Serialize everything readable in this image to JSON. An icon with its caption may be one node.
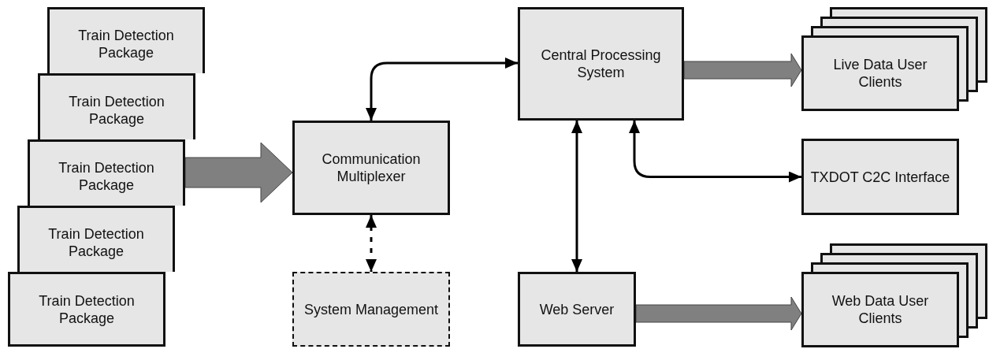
{
  "diagram": {
    "nodes": [
      {
        "text": [
          "Train Detection Package"
        ]
      },
      {
        "text": [
          "Train Detection Package"
        ]
      },
      {
        "text": [
          "Train Detection Package"
        ]
      },
      {
        "text": [
          "Train Detection Package"
        ]
      },
      {
        "text": [
          "Train Detection Package"
        ]
      },
      {
        "text": [
          "Communication Multiplexer"
        ]
      },
      {
        "text": [
          "System Management"
        ]
      },
      {
        "text": [
          "Central Processing System"
        ]
      },
      {
        "text": [
          "Live Data User Clients"
        ]
      },
      {
        "text": [
          "TXDOT C2C Interface"
        ]
      },
      {
        "text": [
          "Web Server"
        ]
      },
      {
        "text": [
          "Web Data User Clients"
        ]
      }
    ],
    "edges": [
      {
        "from": 2,
        "to": 5,
        "arrow": "to",
        "style": "thick",
        "color": "#808080"
      },
      {
        "from": 5,
        "to": 7,
        "arrow": "both"
      },
      {
        "from": 5,
        "to": 6,
        "arrow": "both",
        "style": "dashed"
      },
      {
        "from": 7,
        "to": 10,
        "arrow": "both"
      },
      {
        "from": 7,
        "to": 9,
        "arrow": "both"
      },
      {
        "from": 7,
        "to": 8,
        "arrow": "to",
        "style": "thick",
        "color": "#808080"
      },
      {
        "from": 10,
        "to": 11,
        "arrow": "to",
        "style": "thick",
        "color": "#808080"
      }
    ]
  }
}
